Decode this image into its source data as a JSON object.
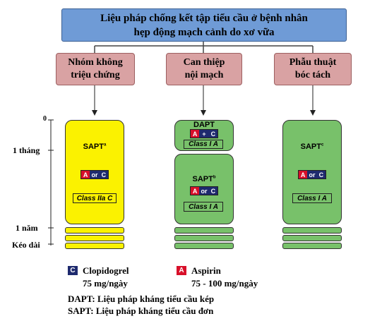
{
  "title": {
    "line1": "Liệu pháp chống kết tập tiểu cầu ở bệnh nhân",
    "line2": "hẹp động mạch cảnh do xơ vữa"
  },
  "groups": [
    {
      "line1": "Nhóm không",
      "line2": "triệu chứng"
    },
    {
      "line1": "Can thiệp",
      "line2": "nội mạch"
    },
    {
      "line1": "Phẫu thuật",
      "line2": "bóc tách"
    }
  ],
  "timeline": {
    "zero": "0",
    "one_month": "1 tháng",
    "one_year": "1 năm",
    "extended": "Kéo dài"
  },
  "columns": {
    "asymptomatic": {
      "therapy": "SAPT",
      "sup": "a",
      "badge": {
        "a": "A",
        "or": "or",
        "c": "C"
      },
      "class_label": "Class IIa C"
    },
    "endovascular_top": {
      "therapy": "DAPT",
      "badge": {
        "a": "A",
        "plus": "+",
        "c": "C"
      },
      "class_label": "Class I A"
    },
    "endovascular_bottom": {
      "therapy": "SAPT",
      "sup": "b",
      "badge": {
        "a": "A",
        "or": "or",
        "c": "C"
      },
      "class_label": "Class I A"
    },
    "surgery": {
      "therapy": "SAPT",
      "sup": "c",
      "badge": {
        "a": "A",
        "or": "or",
        "c": "C"
      },
      "class_label": "Class I A"
    }
  },
  "legend": {
    "c_icon": "C",
    "clopidogrel_name": "Clopidogrel",
    "clopidogrel_dose": "75 mg/ngày",
    "a_icon": "A",
    "aspirin_name": "Aspirin",
    "aspirin_dose": "75 - 100 mg/ngày",
    "dapt": "DAPT: Liệu pháp kháng tiểu cầu kép",
    "sapt": "SAPT: Liệu pháp kháng tiểu cầu đơn"
  },
  "colors": {
    "title_box": "#6f9bd6",
    "group_box": "#d9a2a3",
    "yellow": "#fbf200",
    "green": "#78c16a",
    "clopidogrel": "#1e2a6e",
    "aspirin": "#d8102a"
  }
}
